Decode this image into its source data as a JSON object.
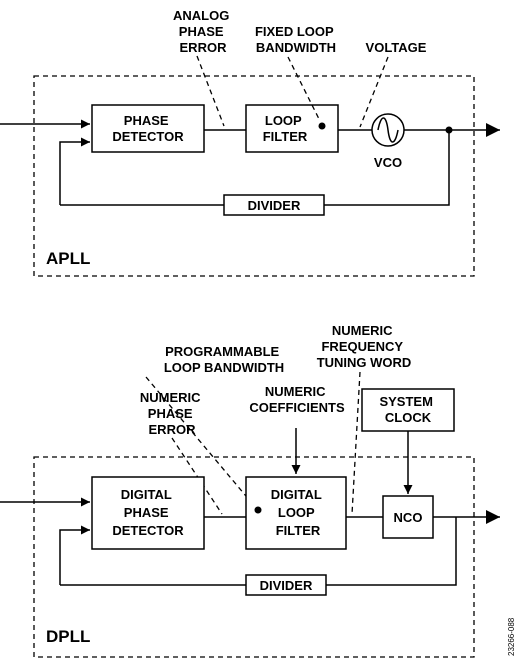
{
  "apll": {
    "title": "APLL",
    "phase_detector": [
      "PHASE",
      "DETECTOR"
    ],
    "loop_filter": [
      "LOOP",
      "FILTER"
    ],
    "vco_label": "VCO",
    "divider": "DIVIDER",
    "annotations": {
      "analog_phase_error": [
        "ANALOG",
        "PHASE",
        "ERROR"
      ],
      "fixed_loop_bandwidth": [
        "FIXED LOOP",
        "BANDWIDTH"
      ],
      "voltage": [
        "VOLTAGE"
      ]
    }
  },
  "dpll": {
    "title": "DPLL",
    "digital_phase_detector": [
      "DIGITAL",
      "PHASE",
      "DETECTOR"
    ],
    "digital_loop_filter": [
      "DIGITAL",
      "LOOP",
      "FILTER"
    ],
    "nco": "NCO",
    "system_clock": [
      "SYSTEM",
      "CLOCK"
    ],
    "divider": "DIVIDER",
    "annotations": {
      "numeric_phase_error": [
        "NUMERIC",
        "PHASE",
        "ERROR"
      ],
      "programmable_loop_bandwidth": [
        "PROGRAMMABLE",
        "LOOP BANDWIDTH"
      ],
      "numeric_coefficients": [
        "NUMERIC",
        "COEFFICIENTS"
      ],
      "numeric_frequency_tuning_word": [
        "NUMERIC",
        "FREQUENCY",
        "TUNING WORD"
      ]
    }
  },
  "figure_id": "23266-088"
}
